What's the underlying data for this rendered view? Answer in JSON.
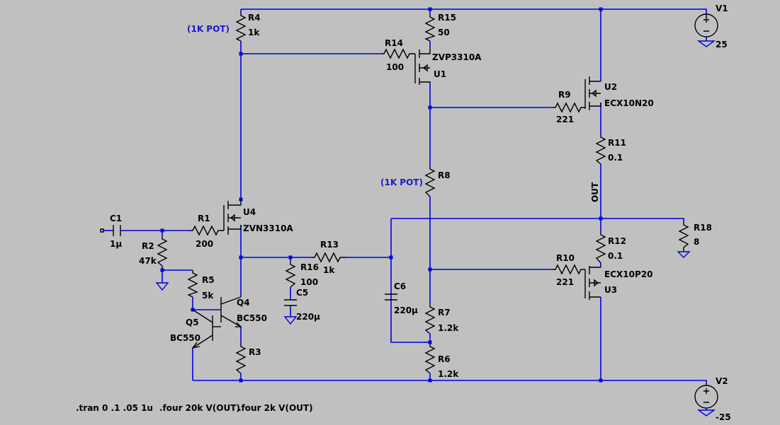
{
  "components": {
    "R4": {
      "ref": "R4",
      "value": "1k",
      "note": "(1K POT)"
    },
    "R15": {
      "ref": "R15",
      "value": "50"
    },
    "R14": {
      "ref": "R14",
      "value": "100"
    },
    "U1": {
      "ref": "U1",
      "model": "ZVP3310A"
    },
    "R9": {
      "ref": "R9",
      "value": "221"
    },
    "U2": {
      "ref": "U2",
      "model": "ECX10N20"
    },
    "R11": {
      "ref": "R11",
      "value": "0.1"
    },
    "R8": {
      "ref": "R8",
      "note": "(1K POT)"
    },
    "OUT": {
      "label": "OUT"
    },
    "R18": {
      "ref": "R18",
      "value": "8"
    },
    "R12": {
      "ref": "R12",
      "value": "0.1"
    },
    "R10": {
      "ref": "R10",
      "value": "221"
    },
    "U3": {
      "ref": "U3",
      "model": "ECX10P20"
    },
    "C1": {
      "ref": "C1",
      "value": "1µ"
    },
    "R1": {
      "ref": "R1",
      "value": "200"
    },
    "U4": {
      "ref": "U4",
      "model": "ZVN3310A"
    },
    "R2": {
      "ref": "R2",
      "value": "47k"
    },
    "R5": {
      "ref": "R5",
      "value": "5k"
    },
    "Q4": {
      "ref": "Q4",
      "model": "BC550"
    },
    "Q5": {
      "ref": "Q5",
      "model": "BC550"
    },
    "R3": {
      "ref": "R3"
    },
    "R13": {
      "ref": "R13",
      "value": "1k"
    },
    "R16": {
      "ref": "R16",
      "value": "100"
    },
    "C5": {
      "ref": "C5",
      "value": "220µ"
    },
    "C6": {
      "ref": "C6",
      "value": "220µ"
    },
    "R7": {
      "ref": "R7",
      "value": "1.2k"
    },
    "R6": {
      "ref": "R6",
      "value": "1.2k"
    },
    "V1": {
      "ref": "V1",
      "value": "25"
    },
    "V2": {
      "ref": "V2",
      "value": "-25"
    }
  },
  "directives": {
    "tran": ".tran 0 .1 .05 1u",
    "four1": ".four 20k V(OUT)",
    "four2": ".four 2k V(OUT)"
  }
}
